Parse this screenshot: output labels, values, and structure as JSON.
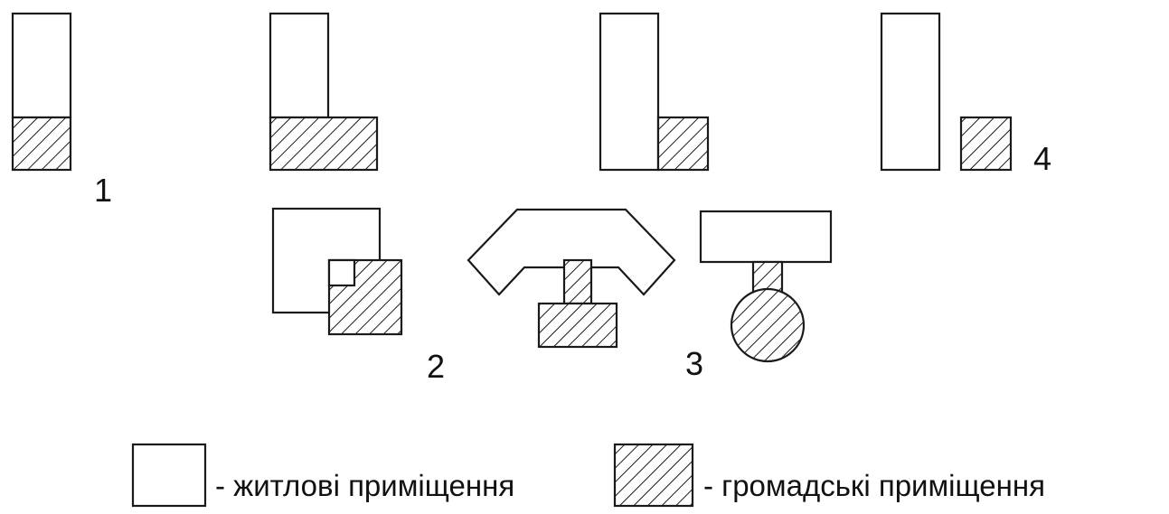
{
  "figure": {
    "variant_numbers": [
      "1",
      "2",
      "3",
      "4"
    ]
  },
  "legend": {
    "residential_label": "- житлові приміщення",
    "public_label": "- громадські приміщення"
  }
}
